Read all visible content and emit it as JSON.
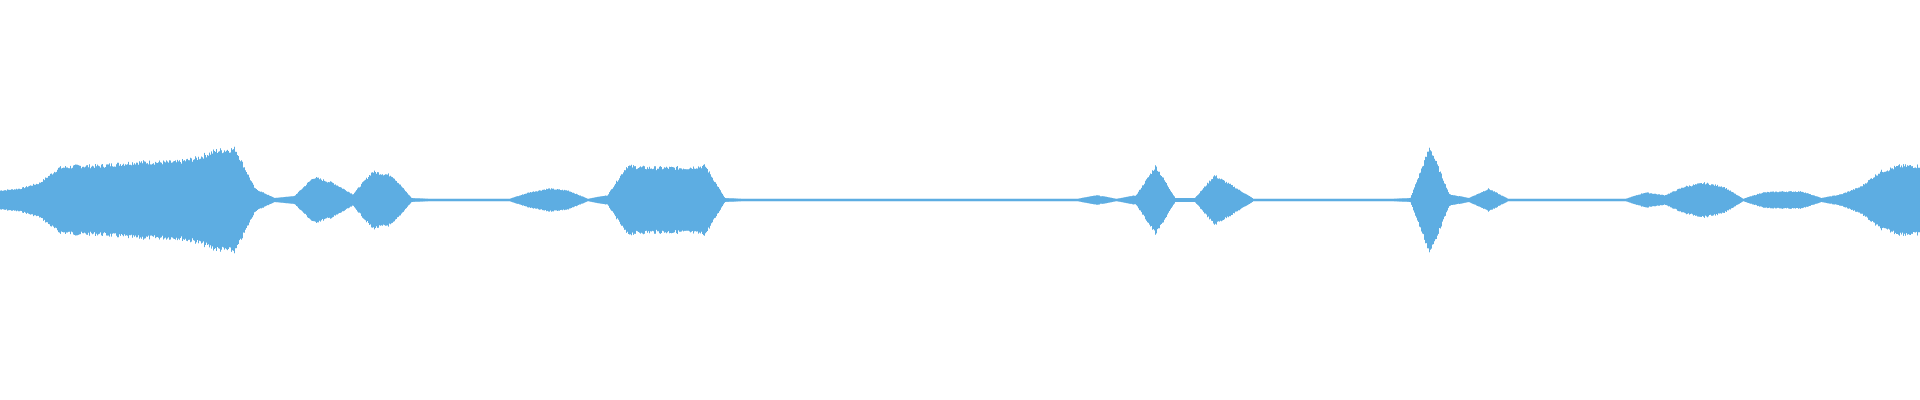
{
  "waveform": {
    "color": "#5dade2",
    "background": "#ffffff",
    "channel": "mono",
    "envelope_amplitude_fraction": [
      0.05,
      0.06,
      0.09,
      0.17,
      0.18,
      0.18,
      0.19,
      0.2,
      0.2,
      0.2,
      0.22,
      0.26,
      0.27,
      0.06,
      0.01,
      0.02,
      0.12,
      0.09,
      0.03,
      0.15,
      0.13,
      0.01,
      0.006,
      0.006,
      0.006,
      0.006,
      0.006,
      0.04,
      0.06,
      0.05,
      0.006,
      0.025,
      0.18,
      0.17,
      0.17,
      0.17,
      0.18,
      0.01,
      0.006,
      0.006,
      0.006,
      0.006,
      0.006,
      0.006,
      0.006,
      0.006,
      0.006,
      0.006,
      0.006,
      0.006,
      0.006,
      0.006,
      0.006,
      0.006,
      0.006,
      0.006,
      0.025,
      0.006,
      0.025,
      0.18,
      0.01,
      0.01,
      0.13,
      0.07,
      0.006,
      0.006,
      0.006,
      0.006,
      0.006,
      0.006,
      0.006,
      0.006,
      0.01,
      0.28,
      0.03,
      0.01,
      0.06,
      0.006,
      0.006,
      0.006,
      0.006,
      0.006,
      0.006,
      0.006,
      0.04,
      0.025,
      0.07,
      0.09,
      0.07,
      0.006,
      0.04,
      0.045,
      0.045,
      0.01,
      0.03,
      0.07,
      0.15,
      0.18,
      0.18
    ]
  }
}
